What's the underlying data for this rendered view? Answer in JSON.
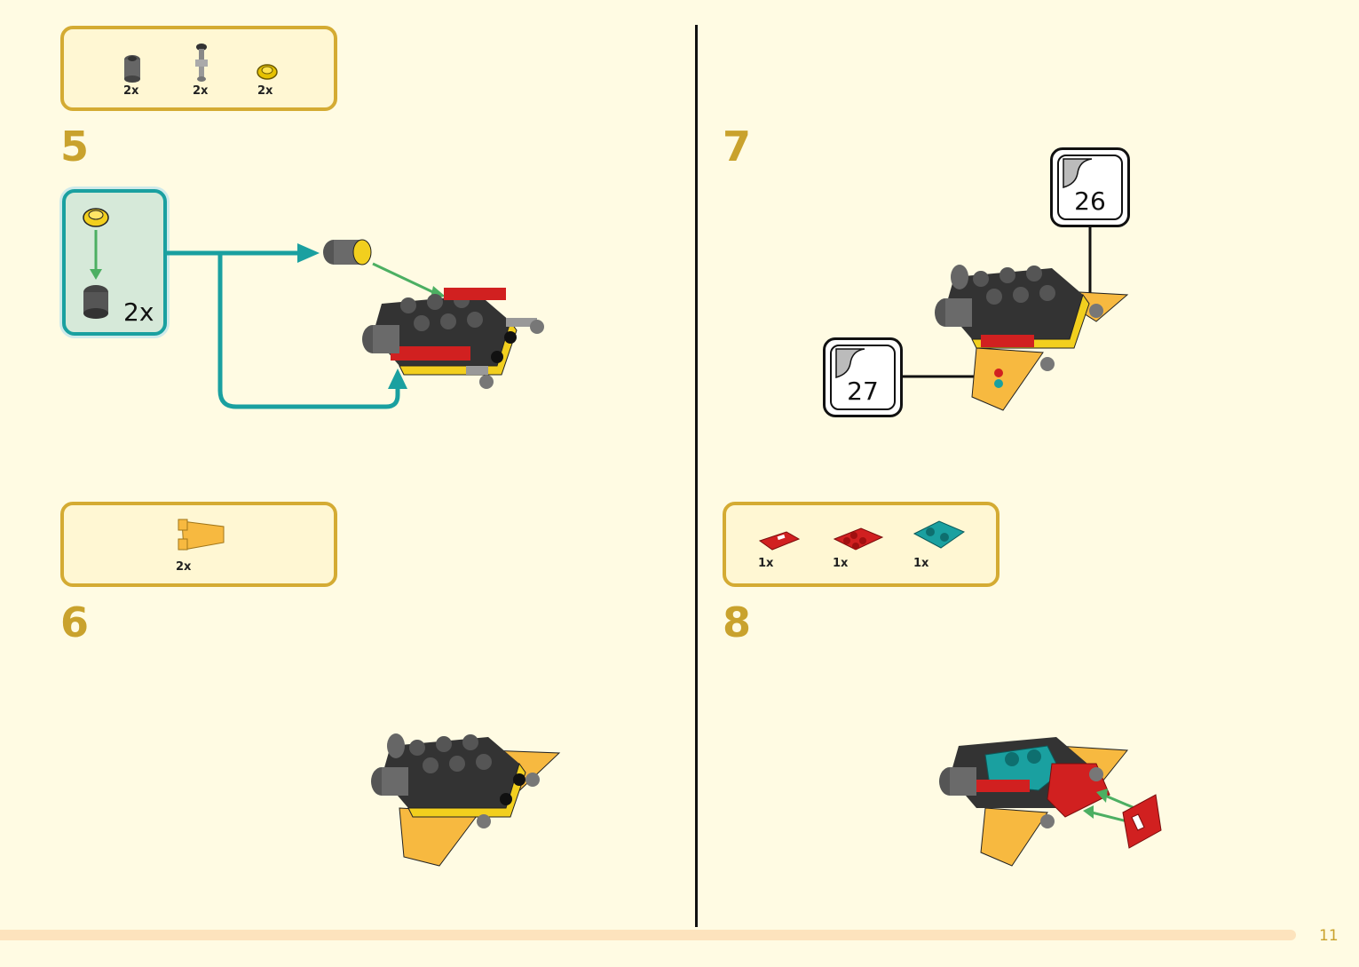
{
  "page_number": "11",
  "steps": [
    {
      "number": "5",
      "parts": [
        {
          "icon": "dark-grey-round-brick-icon",
          "qty": "2x"
        },
        {
          "icon": "grey-bar-holder-icon",
          "qty": "2x"
        },
        {
          "icon": "yellow-round-plate-icon",
          "qty": "2x"
        }
      ],
      "callout_qty": "2x"
    },
    {
      "number": "6",
      "parts": [
        {
          "icon": "orange-wing-plate-icon",
          "qty": "2x"
        }
      ]
    },
    {
      "number": "7",
      "stickers": [
        "26",
        "27"
      ]
    },
    {
      "number": "8",
      "parts": [
        {
          "icon": "red-tile-icon",
          "qty": "1x"
        },
        {
          "icon": "red-plate-2x2-icon",
          "qty": "1x"
        },
        {
          "icon": "teal-plate-2x2-icon",
          "qty": "1x"
        }
      ]
    }
  ],
  "colors": {
    "background": "#fffbe3",
    "step_number": "#c9a22d",
    "parts_border": "#d4ab33",
    "callout_border": "#1aa0a0",
    "arrow_green": "#4caf62"
  }
}
